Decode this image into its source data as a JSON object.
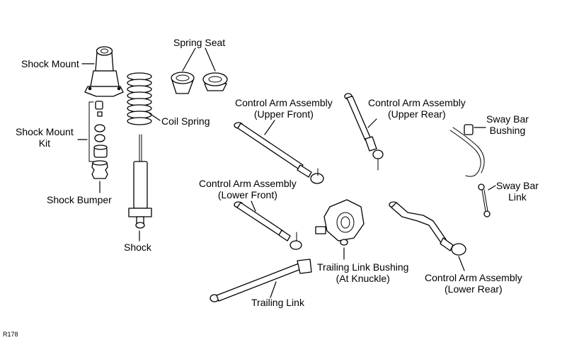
{
  "labels": {
    "shock_mount": "Shock Mount",
    "spring_seat": "Spring Seat",
    "coil_spring": "Coil Spring",
    "shock_mount_kit_line1": "Shock Mount",
    "shock_mount_kit_line2": "Kit",
    "shock_bumper": "Shock Bumper",
    "shock": "Shock",
    "ca_upper_front_line1": "Control Arm Assembly",
    "ca_upper_front_line2": "(Upper Front)",
    "ca_upper_rear_line1": "Control Arm Assembly",
    "ca_upper_rear_line2": "(Upper Rear)",
    "sway_bar_bushing_line1": "Sway Bar",
    "sway_bar_bushing_line2": "Bushing",
    "sway_bar_link_line1": "Sway Bar",
    "sway_bar_link_line2": "Link",
    "ca_lower_front_line1": "Control Arm Assembly",
    "ca_lower_front_line2": "(Lower Front)",
    "trailing_link_bushing_line1": "Trailing Link Bushing",
    "trailing_link_bushing_line2": "(At Knuckle)",
    "ca_lower_rear_line1": "Control Arm Assembly",
    "ca_lower_rear_line2": "(Lower Rear)",
    "trailing_link": "Trailing Link",
    "figure_ref": "R178"
  }
}
